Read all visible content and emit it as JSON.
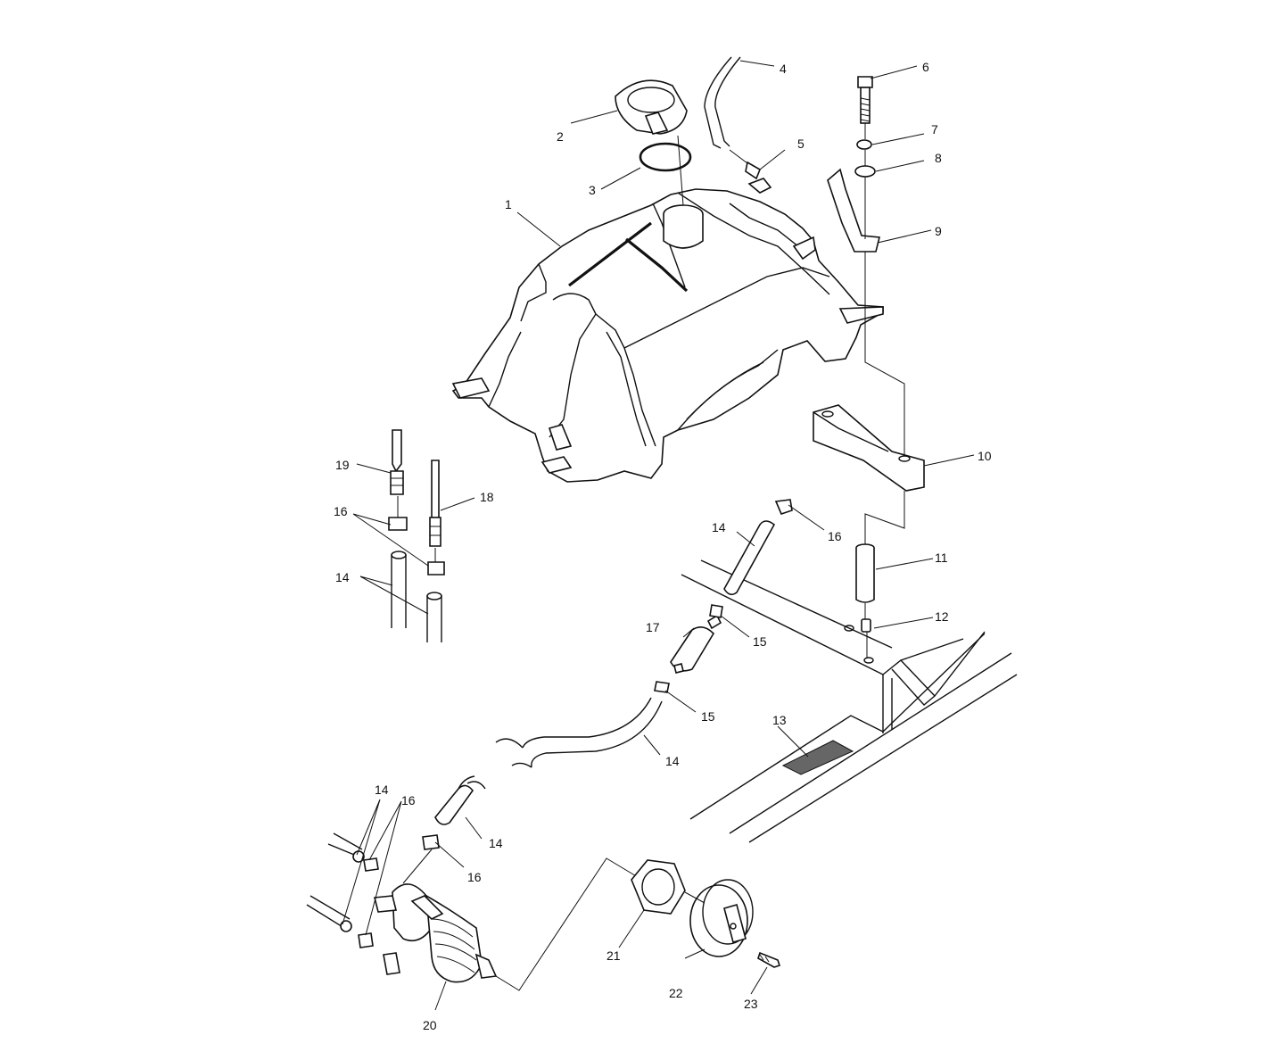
{
  "diagram": {
    "callouts": [
      {
        "id": "c1",
        "label": "1"
      },
      {
        "id": "c2",
        "label": "2"
      },
      {
        "id": "c3",
        "label": "3"
      },
      {
        "id": "c4",
        "label": "4"
      },
      {
        "id": "c5",
        "label": "5"
      },
      {
        "id": "c6",
        "label": "6"
      },
      {
        "id": "c7",
        "label": "7"
      },
      {
        "id": "c8",
        "label": "8"
      },
      {
        "id": "c9",
        "label": "9"
      },
      {
        "id": "c10",
        "label": "10"
      },
      {
        "id": "c11",
        "label": "11"
      },
      {
        "id": "c12",
        "label": "12"
      },
      {
        "id": "c13",
        "label": "13"
      },
      {
        "id": "c14a",
        "label": "14"
      },
      {
        "id": "c14b",
        "label": "14"
      },
      {
        "id": "c14c",
        "label": "14"
      },
      {
        "id": "c14d",
        "label": "14"
      },
      {
        "id": "c14e",
        "label": "14"
      },
      {
        "id": "c15a",
        "label": "15"
      },
      {
        "id": "c15b",
        "label": "15"
      },
      {
        "id": "c16a",
        "label": "16"
      },
      {
        "id": "c16b",
        "label": "16"
      },
      {
        "id": "c16c",
        "label": "16"
      },
      {
        "id": "c16d",
        "label": "16"
      },
      {
        "id": "c17",
        "label": "17"
      },
      {
        "id": "c18",
        "label": "18"
      },
      {
        "id": "c19",
        "label": "19"
      },
      {
        "id": "c20",
        "label": "20"
      },
      {
        "id": "c21",
        "label": "21"
      },
      {
        "id": "c22",
        "label": "22"
      },
      {
        "id": "c23",
        "label": "23"
      }
    ]
  }
}
